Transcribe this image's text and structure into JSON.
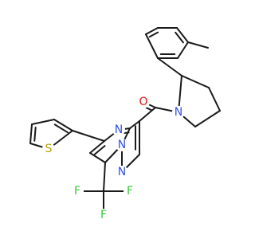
{
  "molecule": {
    "atoms": {
      "oxygen": "O",
      "amide_nitrogen": "N",
      "ring_nitrogen_pyrimidine": "N",
      "ring_nitrogen_bridge": "N",
      "ring_nitrogen_pyrazole": "N",
      "sulfur": "S",
      "fluorine_1": "F",
      "fluorine_2": "F",
      "fluorine_3": "F"
    }
  },
  "colors": {
    "bond": "#1a1a1a",
    "oxygen": "#ff0d0d",
    "nitrogen": "#3050f8",
    "sulfur": "#b8a400",
    "fluorine": "#33cc33",
    "background": "#ffffff"
  }
}
